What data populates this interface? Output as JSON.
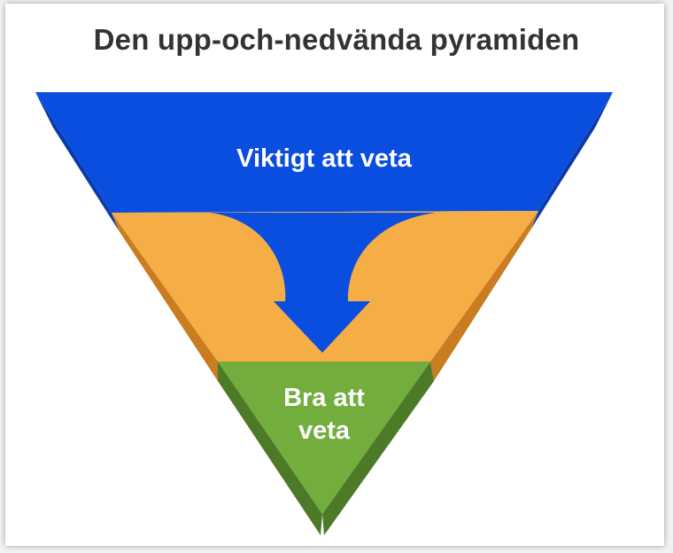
{
  "title": "Den upp-och-nedvända pyramiden",
  "layers": {
    "top": {
      "label": "Viktigt att veta",
      "color": "#0a4ee0",
      "shade": "#0a3aa8"
    },
    "middle": {
      "color": "#f5ad45",
      "shade": "#c97c20"
    },
    "bottom": {
      "label_line1": "Bra att",
      "label_line2": "veta",
      "color": "#72ad3e",
      "shade": "#4d7a26"
    }
  }
}
